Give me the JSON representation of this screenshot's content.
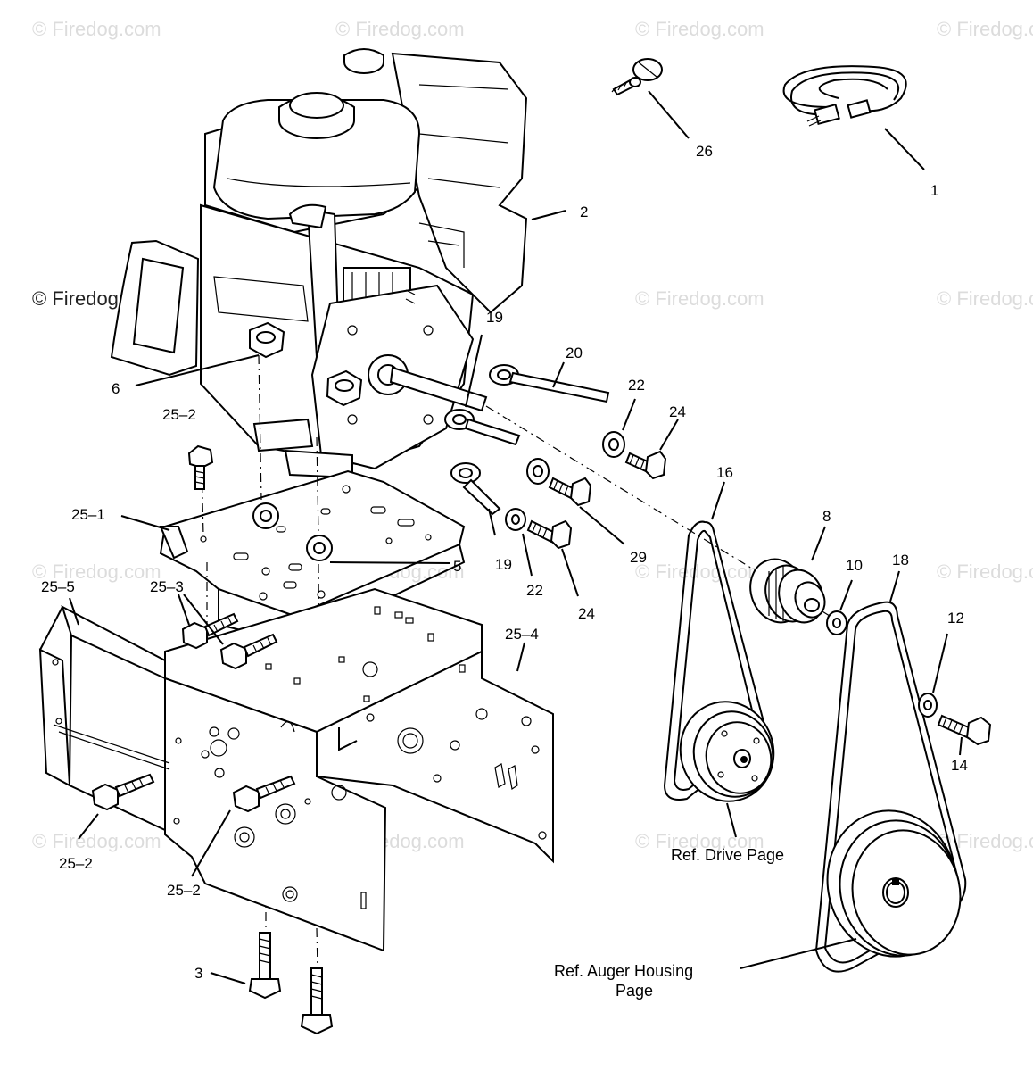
{
  "watermark": {
    "text": "© Firedog.com"
  },
  "callouts": {
    "c1": "1",
    "c2": "2",
    "c3": "3",
    "c5": "5",
    "c6": "6",
    "c8": "8",
    "c10": "10",
    "c12": "12",
    "c14": "14",
    "c16": "16",
    "c18": "18",
    "c19a": "19",
    "c19b": "19",
    "c20": "20",
    "c22a": "22",
    "c22b": "22",
    "c24a": "24",
    "c24b": "24",
    "c26": "26",
    "c29": "29",
    "c25_1": "25–1",
    "c25_2a": "25–2",
    "c25_2b": "25–2",
    "c25_2c": "25–2",
    "c25_3": "25–3",
    "c25_4": "25–4",
    "c25_5": "25–5"
  },
  "references": {
    "drive_line1": "Ref. Drive Page",
    "auger_line1": "Ref. Auger Housing",
    "auger_line2": "Page"
  }
}
